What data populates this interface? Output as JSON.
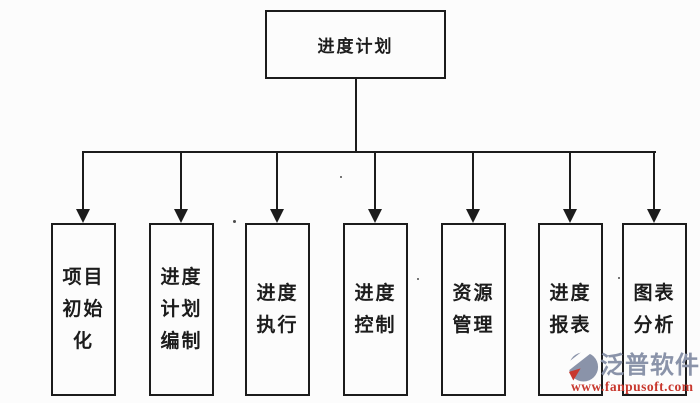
{
  "diagram": {
    "root": {
      "label": "进度计划"
    },
    "children": [
      {
        "label": "项目初始化",
        "lines": "项目\n初始\n化"
      },
      {
        "label": "进度计划编制",
        "lines": "进度\n计划\n编制"
      },
      {
        "label": "进度执行",
        "lines": "进度\n执行"
      },
      {
        "label": "进度控制",
        "lines": "进度\n控制"
      },
      {
        "label": "资源管理",
        "lines": "资源\n管理"
      },
      {
        "label": "进度报表",
        "lines": "进度\n报表"
      },
      {
        "label": "图表分析",
        "lines": "图表\n分析"
      }
    ]
  },
  "watermark": {
    "brand": "泛普软件",
    "url": "www.fanpusoft.com",
    "brand_color": "#8a93a9",
    "url_color": "#c8382e"
  },
  "colors": {
    "line": "#1c1c1c",
    "background": "#fcfcfc"
  }
}
